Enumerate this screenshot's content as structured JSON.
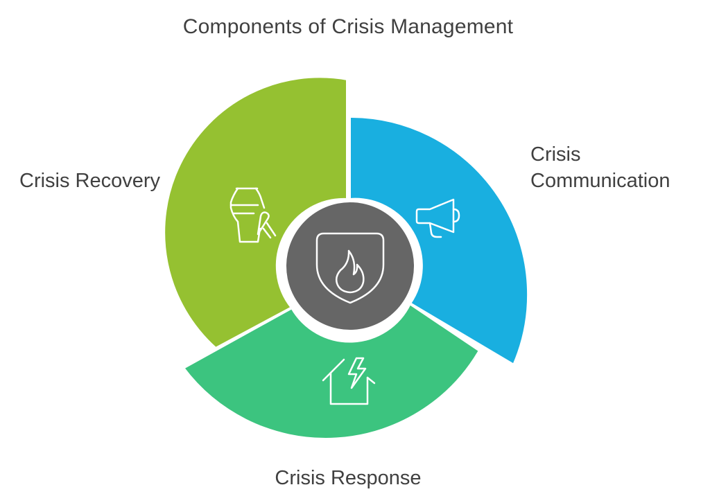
{
  "title": "Components of Crisis Management",
  "segments": [
    {
      "id": "communication",
      "label": "Crisis\nCommunication",
      "icon": "megaphone-icon",
      "color": "#19AFE0"
    },
    {
      "id": "response",
      "label": "Crisis Response",
      "icon": "house-lightning-icon",
      "color": "#3CC47F"
    },
    {
      "id": "recovery",
      "label": "Crisis Recovery",
      "icon": "vase-repair-icon",
      "color": "#95C131"
    }
  ],
  "center": {
    "icon": "shield-flame-icon",
    "color": "#666666"
  }
}
